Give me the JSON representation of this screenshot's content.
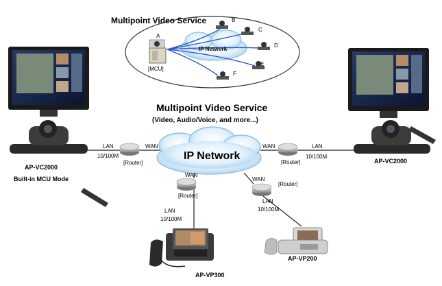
{
  "top": {
    "title": "Multipoint Video Service",
    "network_label": "IP Network",
    "node_a": "A",
    "mcu_label": "[MCU]",
    "nodes": [
      "B",
      "C",
      "D",
      "E",
      "F"
    ]
  },
  "service": {
    "title": "Multipoint Video Service",
    "subtitle": "(Video, Audio/Voice, and more...)"
  },
  "cloud_label": "IP Network",
  "left": {
    "device": "AP-VC2000",
    "mode": "Built-in MCU Mode",
    "lan": "LAN",
    "speed": "10/100M",
    "wan": "WAN",
    "router": "[Router]"
  },
  "right": {
    "device": "AP-VC2000",
    "lan": "LAN",
    "speed": "10/100M",
    "wan": "WAN",
    "router": "[Router]"
  },
  "bottom_left": {
    "wan": "WAN",
    "router": "[Router]",
    "lan": "LAN",
    "speed": "10/100M",
    "device": "AP-VP300"
  },
  "bottom_right": {
    "wan": "WAN",
    "router": "[Router]",
    "lan": "LAN",
    "speed": "10/100M",
    "device": "AP-VP200"
  }
}
